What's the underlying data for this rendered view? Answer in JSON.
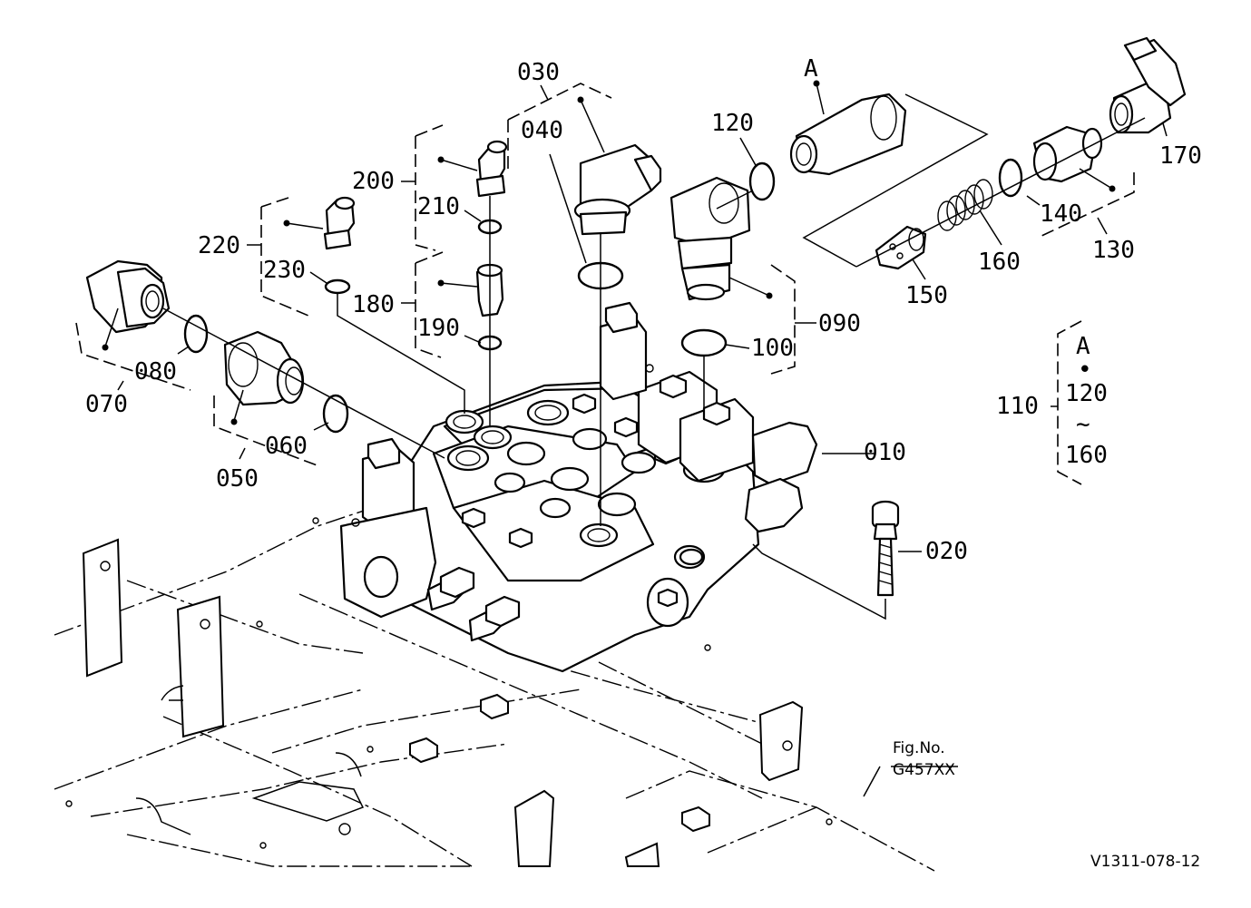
{
  "figure": {
    "code": "V1311-078-12",
    "reference_label": "Fig.No.",
    "reference_code": "G457XX"
  },
  "callouts": {
    "c010": "010",
    "c020": "020",
    "c030": "030",
    "c040": "040",
    "c050": "050",
    "c060": "060",
    "c070": "070",
    "c080": "080",
    "c090": "090",
    "c100": "100",
    "c110": "110",
    "c120": "120",
    "c130": "130",
    "c140": "140",
    "c150": "150",
    "c160": "160",
    "c170": "170",
    "c180": "180",
    "c190": "190",
    "c200": "200",
    "c210": "210",
    "c220": "220",
    "c230": "230"
  },
  "detail_a": {
    "marker": "A",
    "bracket_marker": "A",
    "bullet": "•",
    "range_start": "120",
    "range_sep": "~",
    "range_end": "160"
  },
  "icons": [
    "control-valve",
    "frame",
    "fitting",
    "o-ring",
    "spring",
    "bolt"
  ]
}
